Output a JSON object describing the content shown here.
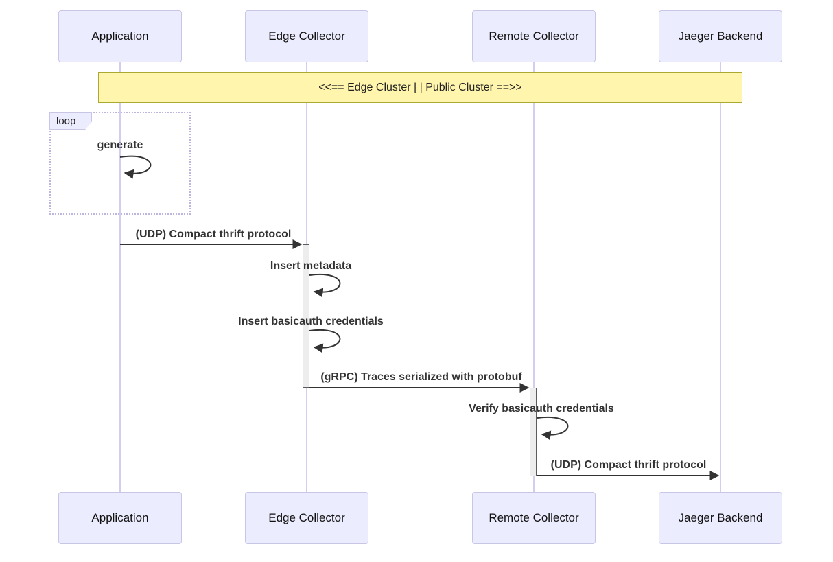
{
  "diagram": {
    "type": "sequence-diagram",
    "participants": [
      {
        "name": "Application"
      },
      {
        "name": "Edge Collector"
      },
      {
        "name": "Remote Collector"
      },
      {
        "name": "Jaeger Backend"
      }
    ],
    "note": "<<== Edge Cluster | | Public Cluster ==>>",
    "loop_label": "loop",
    "messages": [
      {
        "from": "Application",
        "to": "Application",
        "label": "generate",
        "kind": "self"
      },
      {
        "from": "Application",
        "to": "Edge Collector",
        "label": "(UDP) Compact thrift protocol",
        "kind": "solid-arrow"
      },
      {
        "from": "Edge Collector",
        "to": "Edge Collector",
        "label": "Insert metadata",
        "kind": "self"
      },
      {
        "from": "Edge Collector",
        "to": "Edge Collector",
        "label": "Insert basicauth credentials",
        "kind": "self"
      },
      {
        "from": "Edge Collector",
        "to": "Remote Collector",
        "label": "(gRPC) Traces serialized with protobuf",
        "kind": "solid-arrow"
      },
      {
        "from": "Remote Collector",
        "to": "Remote Collector",
        "label": "Verify basicauth credentials",
        "kind": "self"
      },
      {
        "from": "Remote Collector",
        "to": "Jaeger Backend",
        "label": "(UDP) Compact thrift protocol",
        "kind": "solid-arrow"
      }
    ],
    "colors": {
      "actor_fill": "#ececff",
      "actor_border": "#c8c5e6",
      "lifeline": "#d5cdf0",
      "note_fill": "#fff5ad",
      "note_border": "#aaaa33",
      "activation_fill": "#ededed",
      "activation_border": "#5c5c5c",
      "arrow": "#333333",
      "background": "#ffffff"
    }
  }
}
